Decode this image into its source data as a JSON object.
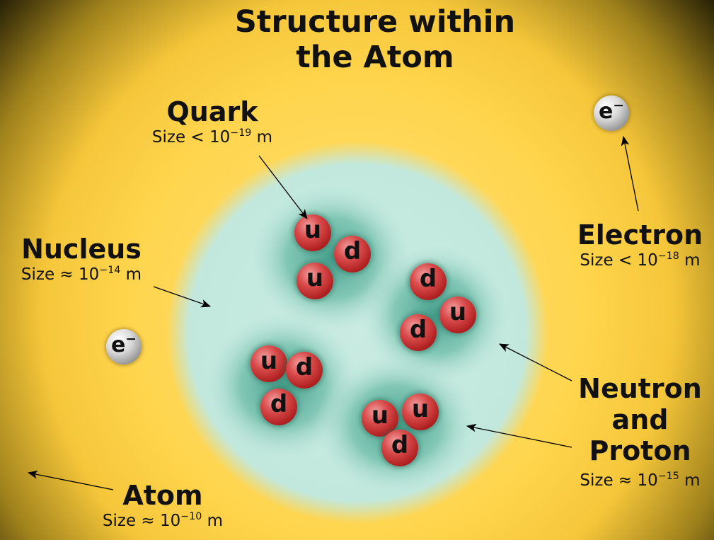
{
  "title": [
    "Structure within",
    "the Atom"
  ],
  "labels": {
    "quark": {
      "name": "Quark",
      "size_prefix": "Size < 10",
      "exponent": "−19",
      "unit": " m"
    },
    "nucleus": {
      "name": "Nucleus",
      "size_prefix": "Size ≈ 10",
      "exponent": "−14",
      "unit": " m"
    },
    "electron": {
      "name": "Electron",
      "size_prefix": "Size < 10",
      "exponent": "−18",
      "unit": " m"
    },
    "nucleon": {
      "name_lines": [
        "Neutron",
        "and",
        "Proton"
      ],
      "size_prefix": "Size ≈ 10",
      "exponent": "−15",
      "unit": " m"
    },
    "atom": {
      "name": "Atom",
      "size_prefix": "Size ≈ 10",
      "exponent": "−10",
      "unit": " m"
    }
  },
  "electron_symbol": "e",
  "electron_charge": "−",
  "nucleons": [
    {
      "quarks": [
        "u",
        "d",
        "u"
      ]
    },
    {
      "quarks": [
        "d",
        "u",
        "d"
      ]
    },
    {
      "quarks": [
        "u",
        "d",
        "d"
      ]
    },
    {
      "quarks": [
        "u",
        "u",
        "d"
      ]
    }
  ],
  "colors": {
    "atom_cloud": "#ffd24a",
    "nucleus": "#bfe6dc",
    "nucleon_shade": "#4fa896",
    "quark": "#c83232",
    "background": "#000000"
  }
}
